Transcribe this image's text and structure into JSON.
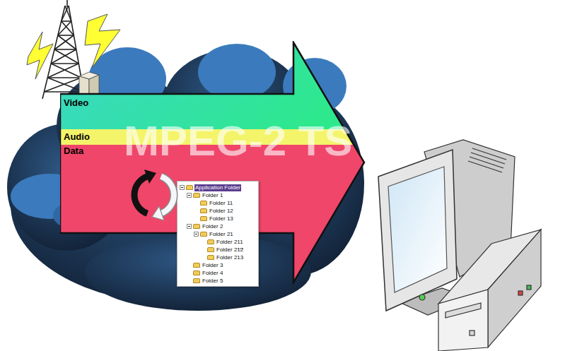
{
  "diagram": {
    "nodes": [
      {
        "text": [
          "MPEG-2 TS"
        ]
      },
      {
        "text": [
          "Video"
        ],
        "in": 0
      },
      {
        "text": [
          "Audio"
        ],
        "in": 0
      },
      {
        "text": [
          "Data"
        ],
        "in": 0
      },
      {
        "text": [
          "Application Folder",
          "Folder 1",
          "Folder 11",
          "Folder 12",
          "Folder 13",
          "Folder 2",
          "Folder 21",
          "Folder 211",
          "Folder 212",
          "Folder 213",
          "Folder 3",
          "Folder 4",
          "Folder 5"
        ]
      }
    ],
    "labels": [
      "..."
    ]
  }
}
